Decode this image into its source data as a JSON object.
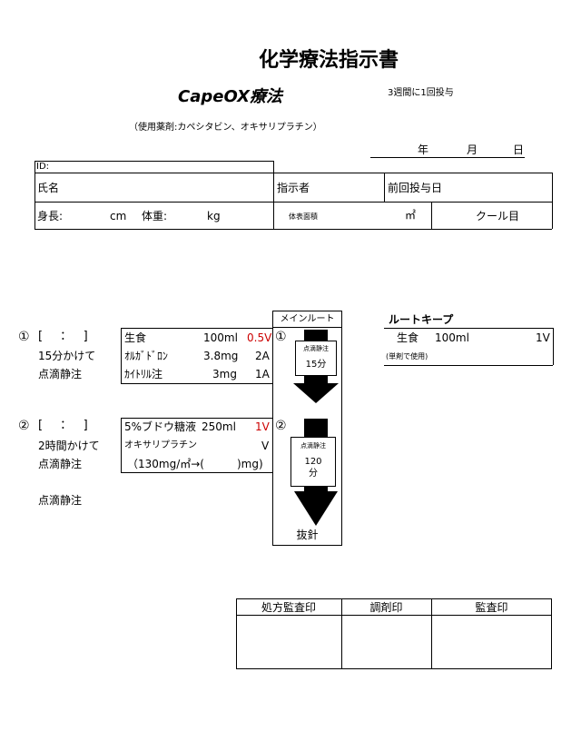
{
  "header": {
    "title": "化学療法指示書",
    "regimen": "CapeOX療法",
    "schedule": "3週間に1回投与",
    "drugs_used": "（使用薬剤:カペシタビン、オキサリプラチン）",
    "date_year": "年",
    "date_month": "月",
    "date_day": "日"
  },
  "patient": {
    "id_label": "ID:",
    "name_label": "氏名",
    "instructor_label": "指示者",
    "prev_dose_label": "前回投与日",
    "height_label": "身長:",
    "height_unit": "cm",
    "weight_label": "体重:",
    "weight_unit": "kg",
    "bsa_label": "体表面積",
    "bsa_unit": "㎡",
    "cool_label": "クール目"
  },
  "main_route": {
    "label": "メインルート",
    "marker1": "①",
    "marker2": "②",
    "rate1_label": "点滴静注",
    "rate1_value": "15分",
    "rate2_label": "点滴静注",
    "rate2_value_line1": "120",
    "rate2_value_line2": "分",
    "end_label": "抜針"
  },
  "step1": {
    "number": "①",
    "time_slot": "[　：　]",
    "duration": "15分かけて",
    "method": "点滴静注",
    "rows": [
      {
        "drug": "生食",
        "dose": "100ml",
        "count": "0.5V"
      },
      {
        "drug": "ｵﾙｶﾞﾄﾞﾛﾝ",
        "dose": "3.8mg",
        "count": "2A"
      },
      {
        "drug": "ｶｲﾄﾘﾙ注",
        "dose": "3mg",
        "count": "1A"
      }
    ]
  },
  "step2": {
    "number": "②",
    "time_slot": "[　：　]",
    "duration": "2時間かけて",
    "method": "点滴静注",
    "drug1": "5%ブドウ糖液",
    "drug1_dose": "250ml",
    "drug1_count": "1V",
    "drug2": "オキサリプラチン",
    "drug2_unit": "V",
    "calc": "（130mg/㎡→(　　　)mg)"
  },
  "extra": {
    "method": "点滴静注"
  },
  "route_keep": {
    "title": "ルートキープ",
    "drug": "生食",
    "dose": "100ml",
    "count": "1V",
    "note": "(単剤で使用)"
  },
  "stamps": {
    "prescription_audit": "処方監査印",
    "dispensing": "調剤印",
    "audit": "監査印"
  }
}
